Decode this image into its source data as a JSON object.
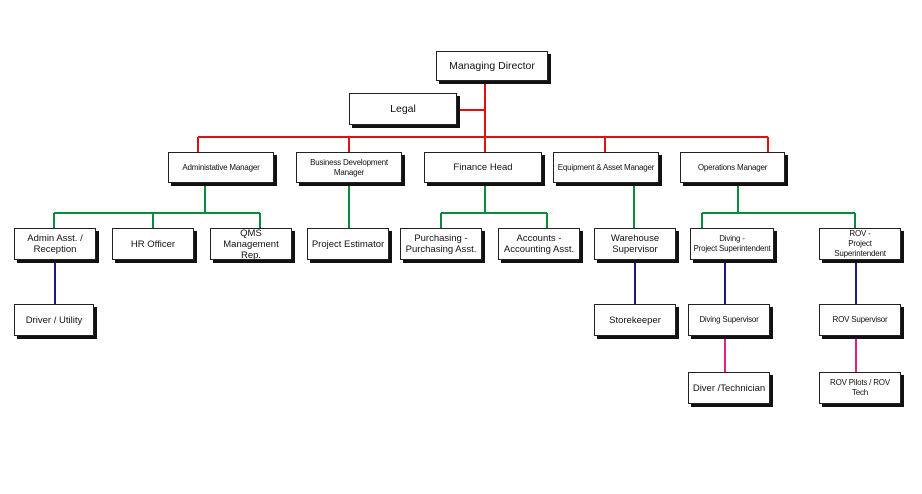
{
  "org_chart": {
    "managing_director": "Managing Director",
    "legal": "Legal",
    "departments": {
      "admin_manager": "Administative Manager",
      "business_dev_manager": "Business Development Manager",
      "finance_head": "Finance Head",
      "equipment_manager": "Equipment & Asset Manager",
      "operations_manager": "Operations Manager"
    },
    "staff": {
      "admin_asst": "Admin Asst. /\nReception",
      "hr_officer": "HR Officer",
      "qms_rep": "QMS\nManagement Rep.",
      "driver_utility": "Driver / Utility",
      "project_estimator": "Project Estimator",
      "purchasing": "Purchasing -\nPurchasing Asst.",
      "accounts": "Accounts -\nAccounting Asst.",
      "warehouse_supervisor": "Warehouse\nSupervisor",
      "storekeeper": "Storekeeper",
      "diving_superintendent": "Diving -\nProject Superintendent",
      "diving_supervisor": "Diving Supervisor",
      "diver_technician": "Diver /Technician",
      "rov_superintendent": "ROV -\nProject Superintendent",
      "rov_supervisor": "ROV Supervisor",
      "rov_pilots": "ROV Pilots / ROV Tech"
    }
  },
  "colors": {
    "level1_connector": "#e01010",
    "level2_connector": "#0a8a3c",
    "level3_connector": "#1a1a80",
    "level4_connector": "#e0208a"
  }
}
